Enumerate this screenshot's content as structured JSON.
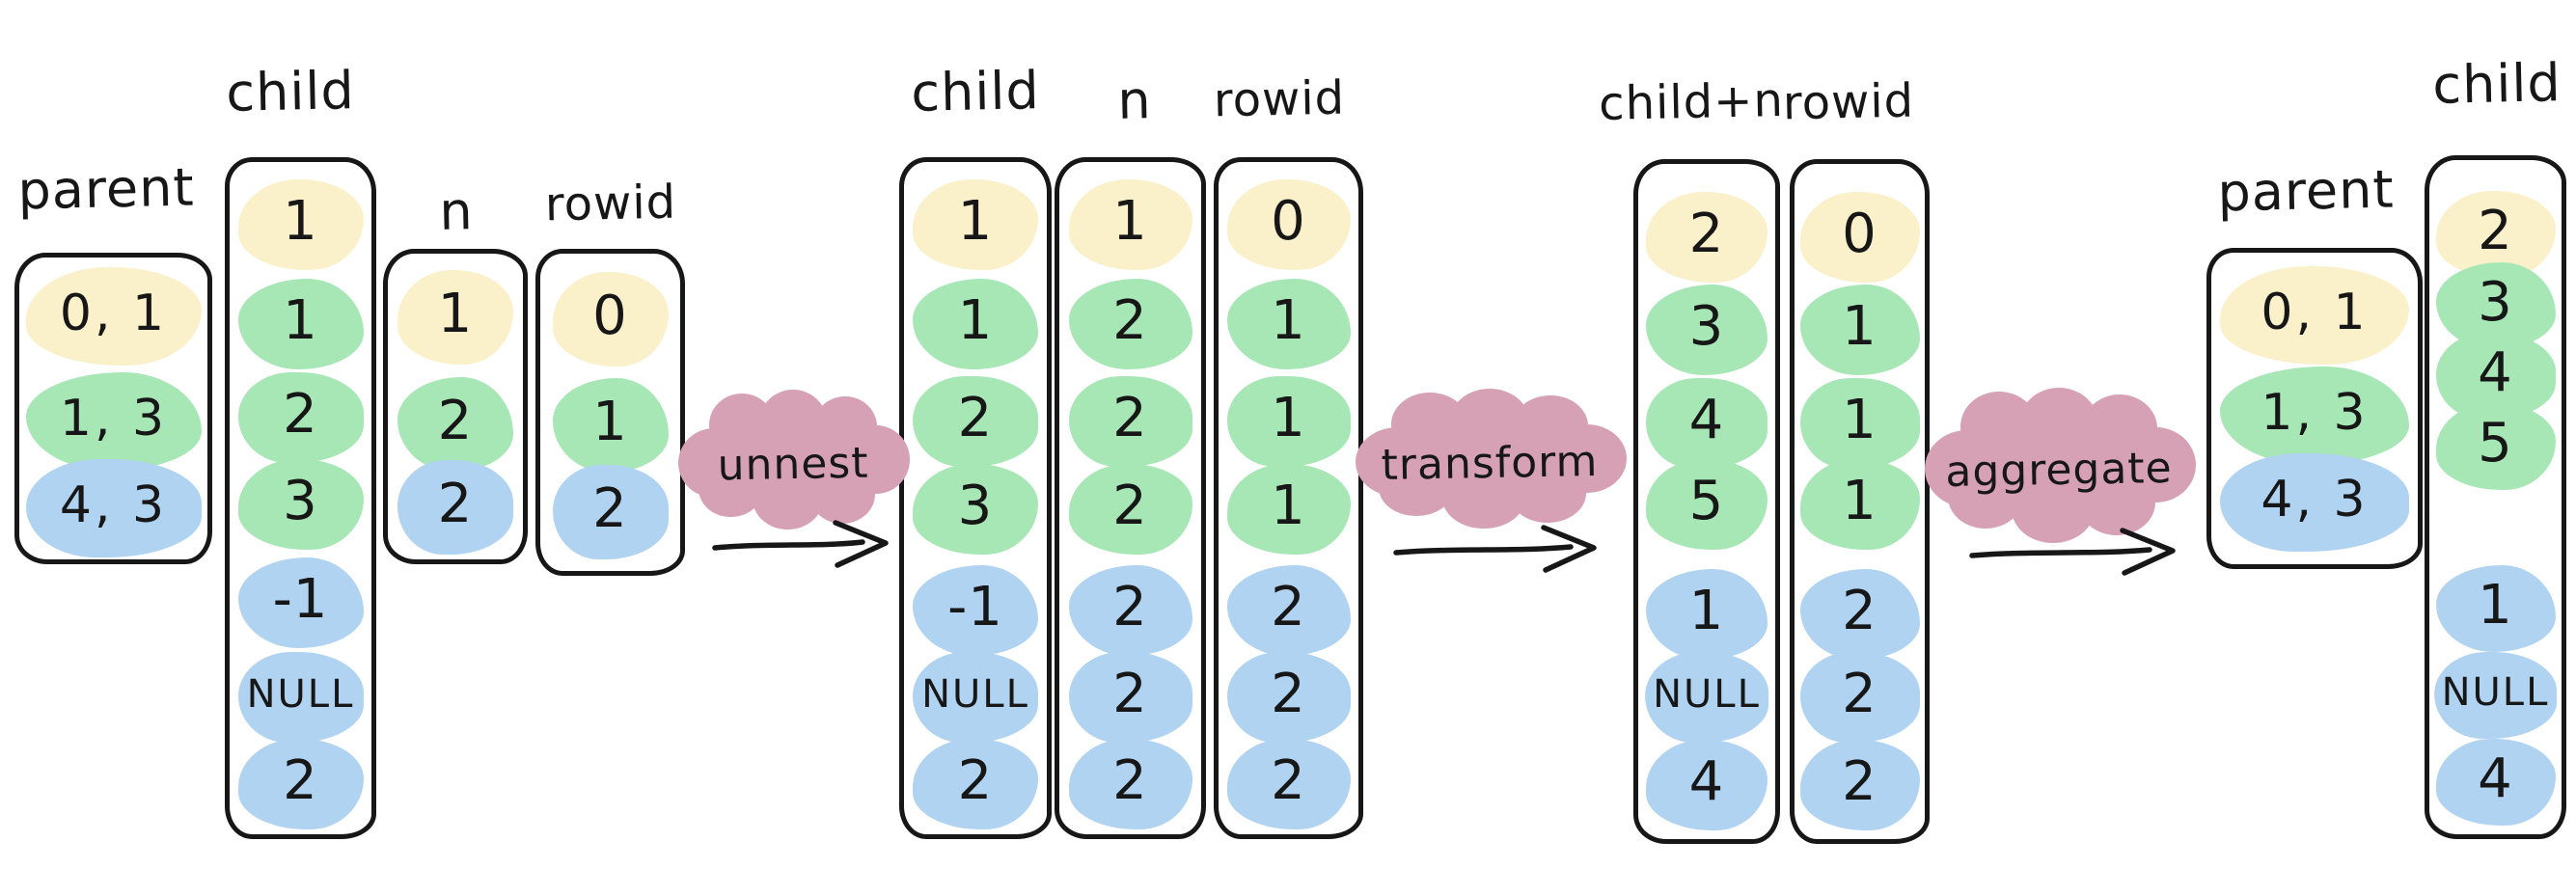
{
  "diagram": {
    "background": "#ffffff",
    "ink_color": "#171717",
    "palette": {
      "yellow": "#FAF1CB",
      "green": "#A6E7B5",
      "blue": "#AFD3F1",
      "pink": "#D7A1B5"
    },
    "stages": [
      {
        "name": "input",
        "columns": [
          {
            "header": "parent",
            "cells": [
              {
                "v": "0, 1",
                "c": "yellow"
              },
              {
                "v": "1, 3",
                "c": "green"
              },
              {
                "v": "4, 3",
                "c": "blue"
              }
            ]
          },
          {
            "header": "child",
            "cells": [
              {
                "v": "1",
                "c": "yellow"
              },
              {
                "v": "1",
                "c": "green"
              },
              {
                "v": "2",
                "c": "green"
              },
              {
                "v": "3",
                "c": "green"
              },
              {
                "v": "-1",
                "c": "blue"
              },
              {
                "v": "NULL",
                "c": "blue"
              },
              {
                "v": "2",
                "c": "blue"
              }
            ]
          },
          {
            "header": "n",
            "cells": [
              {
                "v": "1",
                "c": "yellow"
              },
              {
                "v": "2",
                "c": "green"
              },
              {
                "v": "2",
                "c": "blue"
              }
            ]
          },
          {
            "header": "rowid",
            "cells": [
              {
                "v": "0",
                "c": "yellow"
              },
              {
                "v": "1",
                "c": "green"
              },
              {
                "v": "2",
                "c": "blue"
              }
            ]
          }
        ]
      },
      {
        "name": "unnested",
        "columns": [
          {
            "header": "child",
            "cells": [
              {
                "v": "1",
                "c": "yellow"
              },
              {
                "v": "1",
                "c": "green"
              },
              {
                "v": "2",
                "c": "green"
              },
              {
                "v": "3",
                "c": "green"
              },
              {
                "v": "-1",
                "c": "blue"
              },
              {
                "v": "NULL",
                "c": "blue"
              },
              {
                "v": "2",
                "c": "blue"
              }
            ]
          },
          {
            "header": "n",
            "cells": [
              {
                "v": "1",
                "c": "yellow"
              },
              {
                "v": "2",
                "c": "green"
              },
              {
                "v": "2",
                "c": "green"
              },
              {
                "v": "2",
                "c": "green"
              },
              {
                "v": "2",
                "c": "blue"
              },
              {
                "v": "2",
                "c": "blue"
              },
              {
                "v": "2",
                "c": "blue"
              }
            ]
          },
          {
            "header": "rowid",
            "cells": [
              {
                "v": "0",
                "c": "yellow"
              },
              {
                "v": "1",
                "c": "green"
              },
              {
                "v": "1",
                "c": "green"
              },
              {
                "v": "1",
                "c": "green"
              },
              {
                "v": "2",
                "c": "blue"
              },
              {
                "v": "2",
                "c": "blue"
              },
              {
                "v": "2",
                "c": "blue"
              }
            ]
          }
        ]
      },
      {
        "name": "transformed",
        "columns": [
          {
            "header": "child+n",
            "cells": [
              {
                "v": "2",
                "c": "yellow"
              },
              {
                "v": "3",
                "c": "green"
              },
              {
                "v": "4",
                "c": "green"
              },
              {
                "v": "5",
                "c": "green"
              },
              {
                "v": "1",
                "c": "blue"
              },
              {
                "v": "NULL",
                "c": "blue"
              },
              {
                "v": "4",
                "c": "blue"
              }
            ]
          },
          {
            "header": "rowid",
            "cells": [
              {
                "v": "0",
                "c": "yellow"
              },
              {
                "v": "1",
                "c": "green"
              },
              {
                "v": "1",
                "c": "green"
              },
              {
                "v": "1",
                "c": "green"
              },
              {
                "v": "2",
                "c": "blue"
              },
              {
                "v": "2",
                "c": "blue"
              },
              {
                "v": "2",
                "c": "blue"
              }
            ]
          }
        ]
      },
      {
        "name": "aggregated",
        "columns": [
          {
            "header": "parent",
            "cells": [
              {
                "v": "0, 1",
                "c": "yellow"
              },
              {
                "v": "1, 3",
                "c": "green"
              },
              {
                "v": "4, 3",
                "c": "blue"
              }
            ]
          },
          {
            "header": "child",
            "cells": [
              {
                "v": "2",
                "c": "yellow"
              },
              {
                "v": "3",
                "c": "green"
              },
              {
                "v": "4",
                "c": "green"
              },
              {
                "v": "5",
                "c": "green"
              },
              {
                "v": "1",
                "c": "blue"
              },
              {
                "v": "NULL",
                "c": "blue"
              },
              {
                "v": "4",
                "c": "blue"
              }
            ]
          }
        ]
      }
    ],
    "operations": [
      {
        "label": "unnest"
      },
      {
        "label": "transform"
      },
      {
        "label": "aggregate"
      }
    ]
  }
}
